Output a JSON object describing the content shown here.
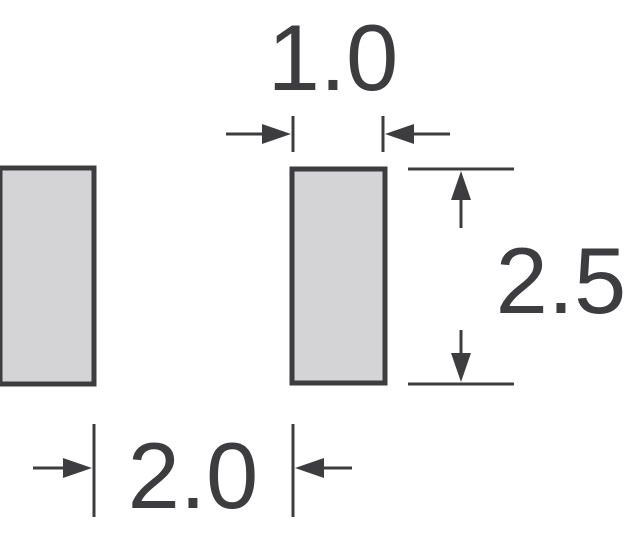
{
  "dimensions": {
    "pad_width": "1.0",
    "pad_height": "2.5",
    "pad_spacing": "2.0"
  },
  "colors": {
    "pad_fill": "#d4d4d6",
    "pad_stroke": "#3d3d3f",
    "line": "#3d3d3f",
    "text": "#3d3d3f",
    "background": "#ffffff"
  }
}
